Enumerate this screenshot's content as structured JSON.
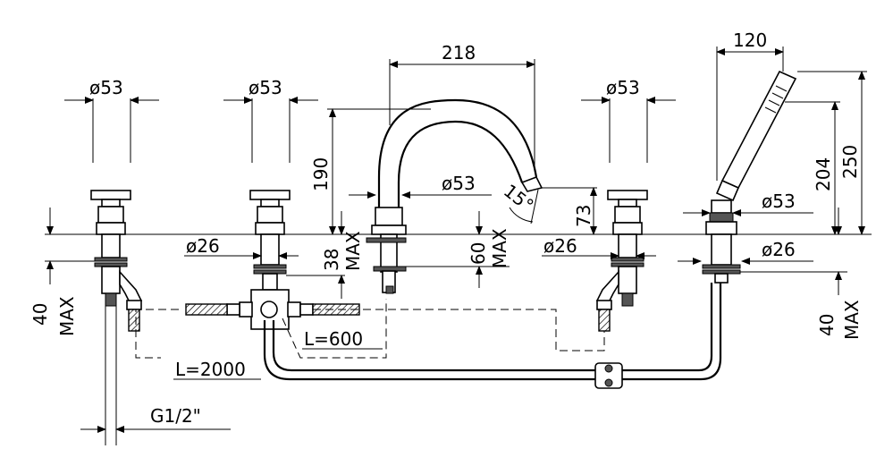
{
  "dimensions": {
    "d53_1": "ø53",
    "d53_2": "ø53",
    "d53_3": "ø53",
    "d53_4": "ø53",
    "d53_5": "ø53",
    "d26_1": "ø26",
    "d26_2": "ø26",
    "d26_3": "ø26",
    "w218": "218",
    "w120": "120",
    "h190": "190",
    "h204": "204",
    "h250": "250",
    "h73": "73",
    "h38": "38",
    "h60": "60",
    "max_a": "MAX",
    "max_b": "MAX",
    "h40_l": "40",
    "max_l": "MAX",
    "h40_r": "40",
    "max_r": "MAX",
    "angle": "15°",
    "l600": "L=600",
    "l2000": "L=2000",
    "thread": "G1/2\""
  }
}
